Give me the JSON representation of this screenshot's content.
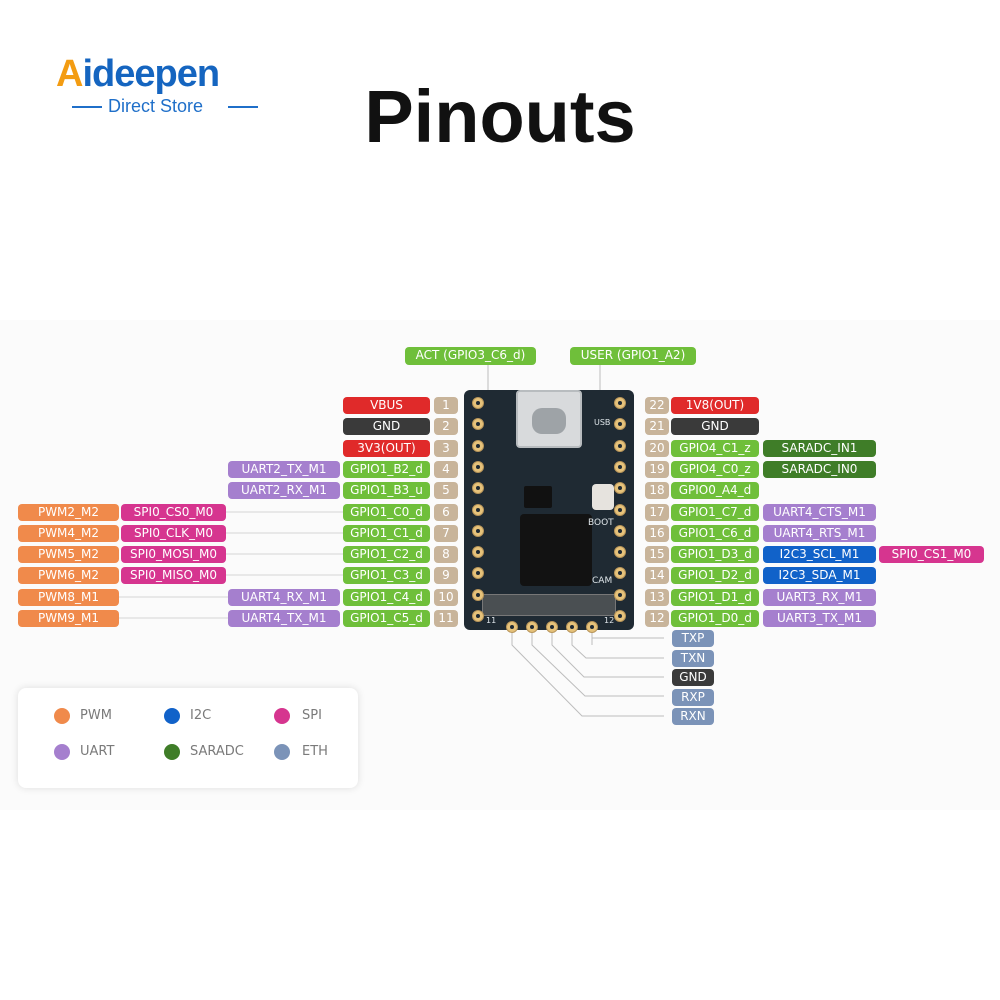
{
  "logo": {
    "brand_a": "A",
    "brand_rest": "ideepen",
    "tagline": "Direct Store"
  },
  "title": "Pinouts",
  "top_labels": {
    "act": "ACT (GPIO3_C6_d)",
    "user": "USER (GPIO1_A2)"
  },
  "left_pins": [
    {
      "num": "1",
      "gpio": "VBUS",
      "f1": "",
      "f2": "",
      "f3": ""
    },
    {
      "num": "2",
      "gpio": "GND",
      "f1": "",
      "f2": "",
      "f3": ""
    },
    {
      "num": "3",
      "gpio": "3V3(OUT)",
      "f1": "",
      "f2": "",
      "f3": ""
    },
    {
      "num": "4",
      "gpio": "GPIO1_B2_d",
      "f1": "UART2_TX_M1",
      "f2": "",
      "f3": ""
    },
    {
      "num": "5",
      "gpio": "GPIO1_B3_u",
      "f1": "UART2_RX_M1",
      "f2": "",
      "f3": ""
    },
    {
      "num": "6",
      "gpio": "GPIO1_C0_d",
      "f1": "",
      "f2": "SPI0_CS0_M0",
      "f3": "PWM2_M2"
    },
    {
      "num": "7",
      "gpio": "GPIO1_C1_d",
      "f1": "",
      "f2": "SPI0_CLK_M0",
      "f3": "PWM4_M2"
    },
    {
      "num": "8",
      "gpio": "GPIO1_C2_d",
      "f1": "",
      "f2": "SPI0_MOSI_M0",
      "f3": "PWM5_M2"
    },
    {
      "num": "9",
      "gpio": "GPIO1_C3_d",
      "f1": "",
      "f2": "SPI0_MISO_M0",
      "f3": "PWM6_M2"
    },
    {
      "num": "10",
      "gpio": "GPIO1_C4_d",
      "f1": "UART4_RX_M1",
      "f2": "",
      "f3": "PWM8_M1"
    },
    {
      "num": "11",
      "gpio": "GPIO1_C5_d",
      "f1": "UART4_TX_M1",
      "f2": "",
      "f3": "PWM9_M1"
    }
  ],
  "right_pins": [
    {
      "num": "22",
      "gpio": "1V8(OUT)",
      "f1": "",
      "f2": ""
    },
    {
      "num": "21",
      "gpio": "GND",
      "f1": "",
      "f2": ""
    },
    {
      "num": "20",
      "gpio": "GPIO4_C1_z",
      "f1": "SARADC_IN1",
      "f2": ""
    },
    {
      "num": "19",
      "gpio": "GPIO4_C0_z",
      "f1": "SARADC_IN0",
      "f2": ""
    },
    {
      "num": "18",
      "gpio": "GPIO0_A4_d",
      "f1": "",
      "f2": ""
    },
    {
      "num": "17",
      "gpio": "GPIO1_C7_d",
      "f1": "UART4_CTS_M1",
      "f2": ""
    },
    {
      "num": "16",
      "gpio": "GPIO1_C6_d",
      "f1": "UART4_RTS_M1",
      "f2": ""
    },
    {
      "num": "15",
      "gpio": "GPIO1_D3_d",
      "f1": "I2C3_SCL_M1",
      "f2": "SPI0_CS1_M0"
    },
    {
      "num": "14",
      "gpio": "GPIO1_D2_d",
      "f1": "I2C3_SDA_M1",
      "f2": ""
    },
    {
      "num": "13",
      "gpio": "GPIO1_D1_d",
      "f1": "UART3_RX_M1",
      "f2": ""
    },
    {
      "num": "12",
      "gpio": "GPIO1_D0_d",
      "f1": "UART3_TX_M1",
      "f2": ""
    }
  ],
  "eth_pins": [
    "TXP",
    "TXN",
    "GND",
    "RXP",
    "RXN"
  ],
  "board_silk": {
    "boot": "BOOT",
    "cam": "CAM",
    "usb": "USB",
    "pin11": "11",
    "pin12": "12"
  },
  "legend": [
    {
      "label": "PWM",
      "color": "#f08a4b"
    },
    {
      "label": "I2C",
      "color": "#1162c9"
    },
    {
      "label": "SPI",
      "color": "#d6358f"
    },
    {
      "label": "UART",
      "color": "#a57fce"
    },
    {
      "label": "SARADC",
      "color": "#3f7d28"
    },
    {
      "label": "ETH",
      "color": "#7b93b8"
    }
  ]
}
